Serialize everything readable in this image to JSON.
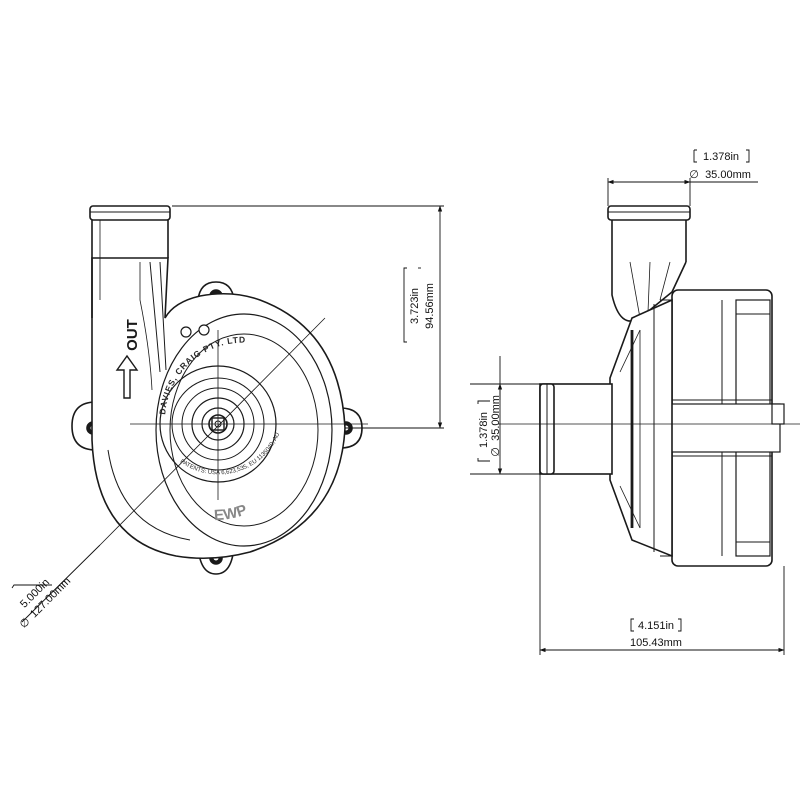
{
  "front_view": {
    "outlet_label": "OUT",
    "brand_text": "DAVIES, CRAIG PTY. LTD",
    "patent_text": "PATENTS: USA 6,623,535, EU 1135040, AUS 754453",
    "model_text": "EWP"
  },
  "dimensions": {
    "height": {
      "inches": "3.723in",
      "mm": "94.56mm"
    },
    "body_diameter": {
      "inches": "5.000in",
      "mm": "127.00mm",
      "symbol": "∅"
    },
    "outlet_diameter": {
      "inches": "1.378in",
      "mm": "35.00mm",
      "symbol": "∅"
    },
    "inlet_diameter": {
      "inches": "1.378in",
      "mm": "35.00mm",
      "symbol": "∅"
    },
    "length": {
      "inches": "4.151in",
      "mm": "105.43mm"
    }
  },
  "colors": {
    "line": "#1a1a1a",
    "body": "#ffffff",
    "text": "#111111"
  }
}
